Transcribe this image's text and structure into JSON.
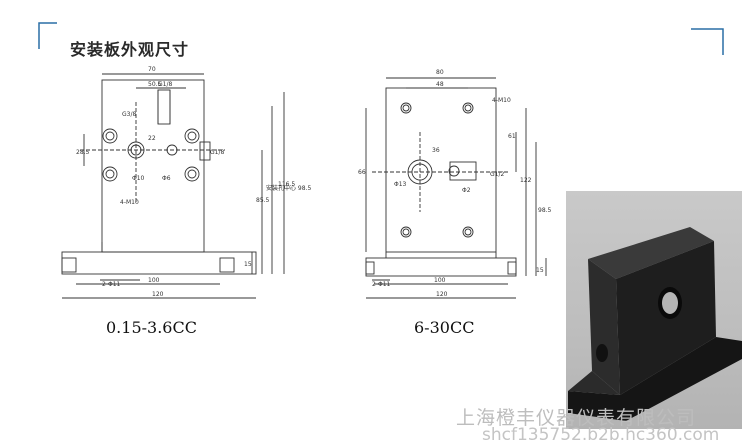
{
  "page": {
    "title": "安装板外观尺寸"
  },
  "drawing_left": {
    "caption": "0.15-3.6CC",
    "dims": {
      "top_width": "70",
      "inner_width": "50.5",
      "thread_top": "G1/8",
      "thread_left": "G3/8",
      "center_offset": "22",
      "left_height": "28.5",
      "right_small": "G1/8",
      "hole_a": "Φ10",
      "hole_b": "Φ6",
      "bolt": "4-M10",
      "height_a": "85.5",
      "height_b": "安装孔中心 98.5",
      "height_c": "116.5",
      "base_height": "15",
      "base_holes": "2-Φ11",
      "base_inner": "100",
      "base_width": "120"
    }
  },
  "drawing_right": {
    "caption": "6-30CC",
    "dims": {
      "top_width": "80",
      "inner_width": "48",
      "thread_top": "4-M10",
      "bore": "36",
      "side_thread": "G1/2",
      "side_hole": "Φ2",
      "hole_left": "Φ13",
      "height_a": "61",
      "height_b": "122",
      "height_c": "98.5",
      "left_height": "66",
      "base_height": "15",
      "base_holes": "2-Φ11",
      "base_inner": "100",
      "base_width": "120"
    }
  },
  "watermark": {
    "company": "上海橙丰仪器仪表有限公司",
    "url": "shcf135752.b2b.hc360.com"
  },
  "colors": {
    "corner_left": "#2a6fa6",
    "corner_right": "#2a6fa6",
    "line": "#333333"
  }
}
